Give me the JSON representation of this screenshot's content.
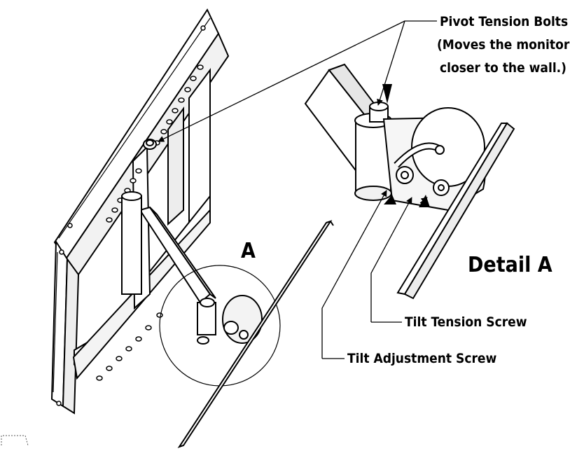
{
  "labels": {
    "pivot_line1": "Pivot Tension Bolts",
    "pivot_line2": "(Moves the monitor",
    "pivot_line3": "closer to the wall.)",
    "detail_a": "Detail A",
    "marker_a": "A",
    "tilt_tension": "Tilt Tension Screw",
    "tilt_adjustment": "Tilt Adjustment Screw"
  },
  "colors": {
    "ink": "#000000",
    "background": "#ffffff",
    "shade": "#d9d9d9"
  }
}
